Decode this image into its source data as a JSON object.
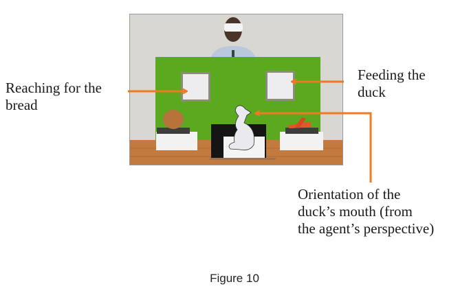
{
  "figure": {
    "caption": "Figure 10",
    "photo_description": "Experimental setup: person wearing a white visor behind a green panel with two white squares, bread on the left pedestal, carrots on the right pedestal, duck cutout in the center",
    "annotations": [
      {
        "id": "reach",
        "text": "Reaching for the\nbread"
      },
      {
        "id": "feed",
        "text": "Feeding the\nduck"
      },
      {
        "id": "orient",
        "text": "Orientation of the\nduck’s mouth (from\nthe agent’s perspective)"
      }
    ],
    "colors": {
      "arrow": "#ee7a22",
      "panel_green": "#5aa91f",
      "wall": "#d7d6d0",
      "table": "#c27a3e"
    }
  }
}
